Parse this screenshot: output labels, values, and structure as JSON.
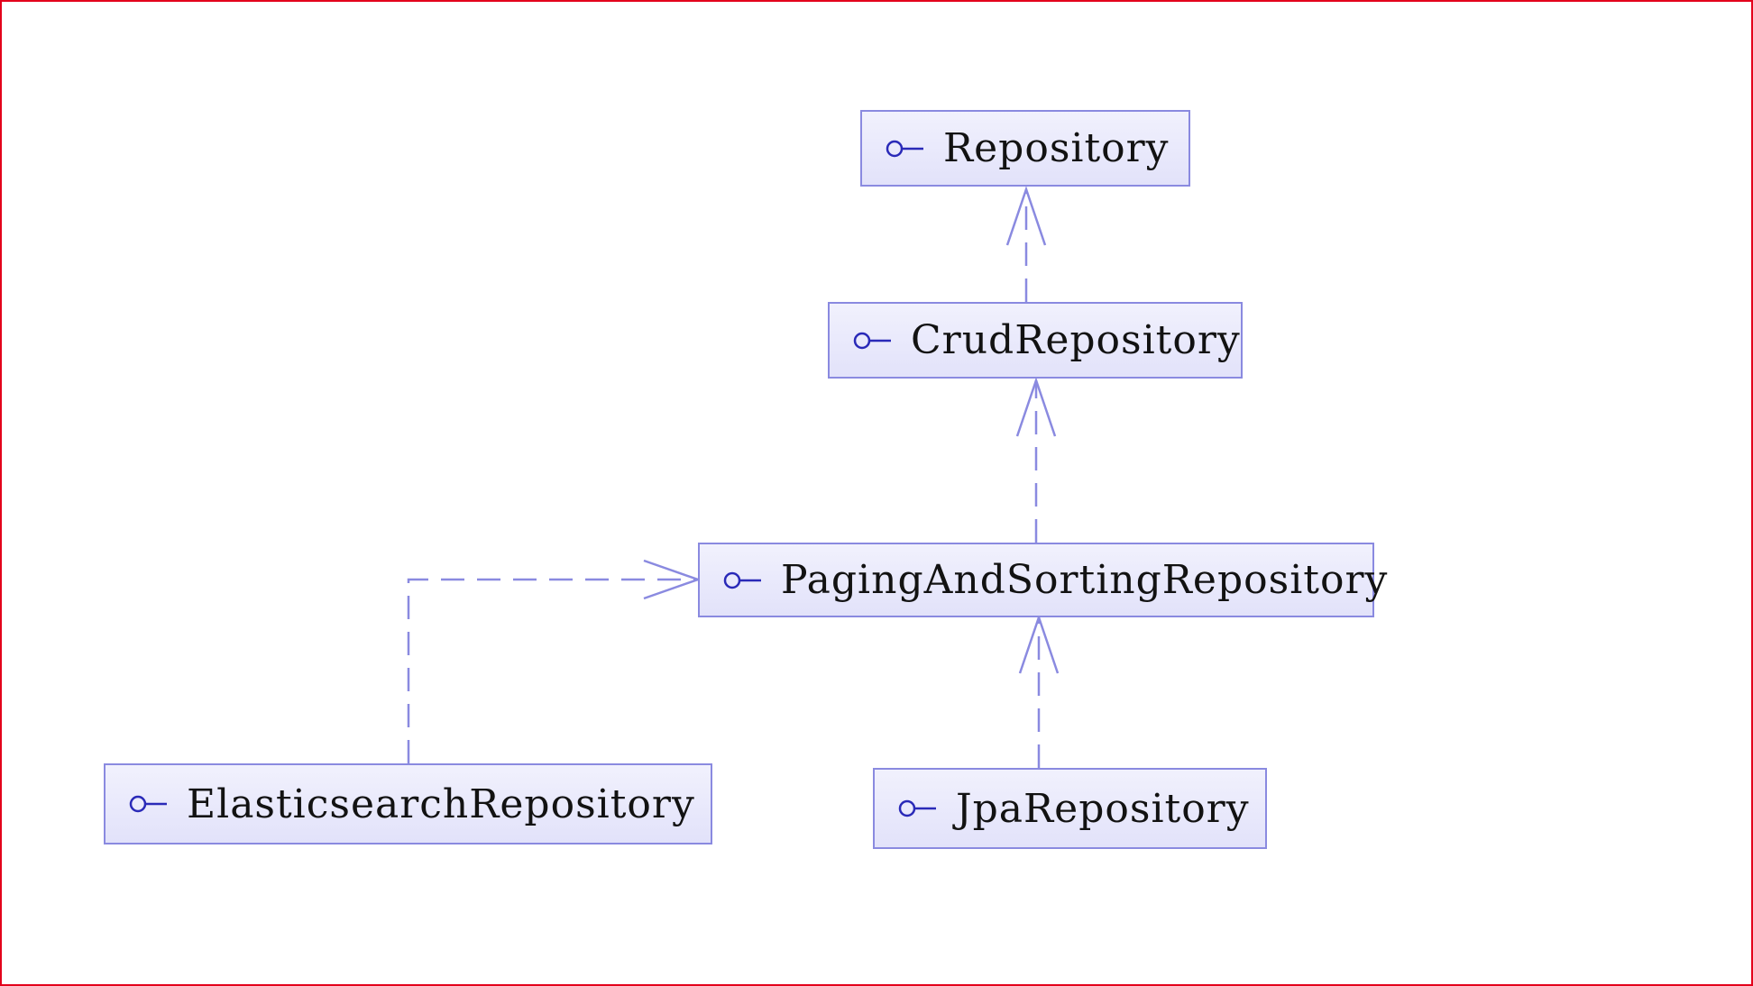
{
  "diagram": {
    "nodes": [
      {
        "id": "repository",
        "label": "Repository",
        "icon": "interface-lollipop-icon"
      },
      {
        "id": "crud",
        "label": "CrudRepository",
        "icon": "interface-lollipop-icon"
      },
      {
        "id": "paging",
        "label": "PagingAndSortingRepository",
        "icon": "interface-lollipop-icon"
      },
      {
        "id": "elastic",
        "label": "ElasticsearchRepository",
        "icon": "interface-lollipop-icon"
      },
      {
        "id": "jpa",
        "label": "JpaRepository",
        "icon": "interface-lollipop-icon"
      }
    ],
    "edges": [
      {
        "from": "crud",
        "to": "repository",
        "type": "dashed-open-arrow"
      },
      {
        "from": "paging",
        "to": "crud",
        "type": "dashed-open-arrow"
      },
      {
        "from": "jpa",
        "to": "paging",
        "type": "dashed-open-arrow"
      },
      {
        "from": "elastic",
        "to": "paging",
        "type": "dashed-open-arrow"
      }
    ],
    "colors": {
      "border": "#e3001b",
      "node_border": "#8a8ae0",
      "edge": "#8a8ae0",
      "icon": "#2a2ab8",
      "text": "#121212"
    }
  }
}
